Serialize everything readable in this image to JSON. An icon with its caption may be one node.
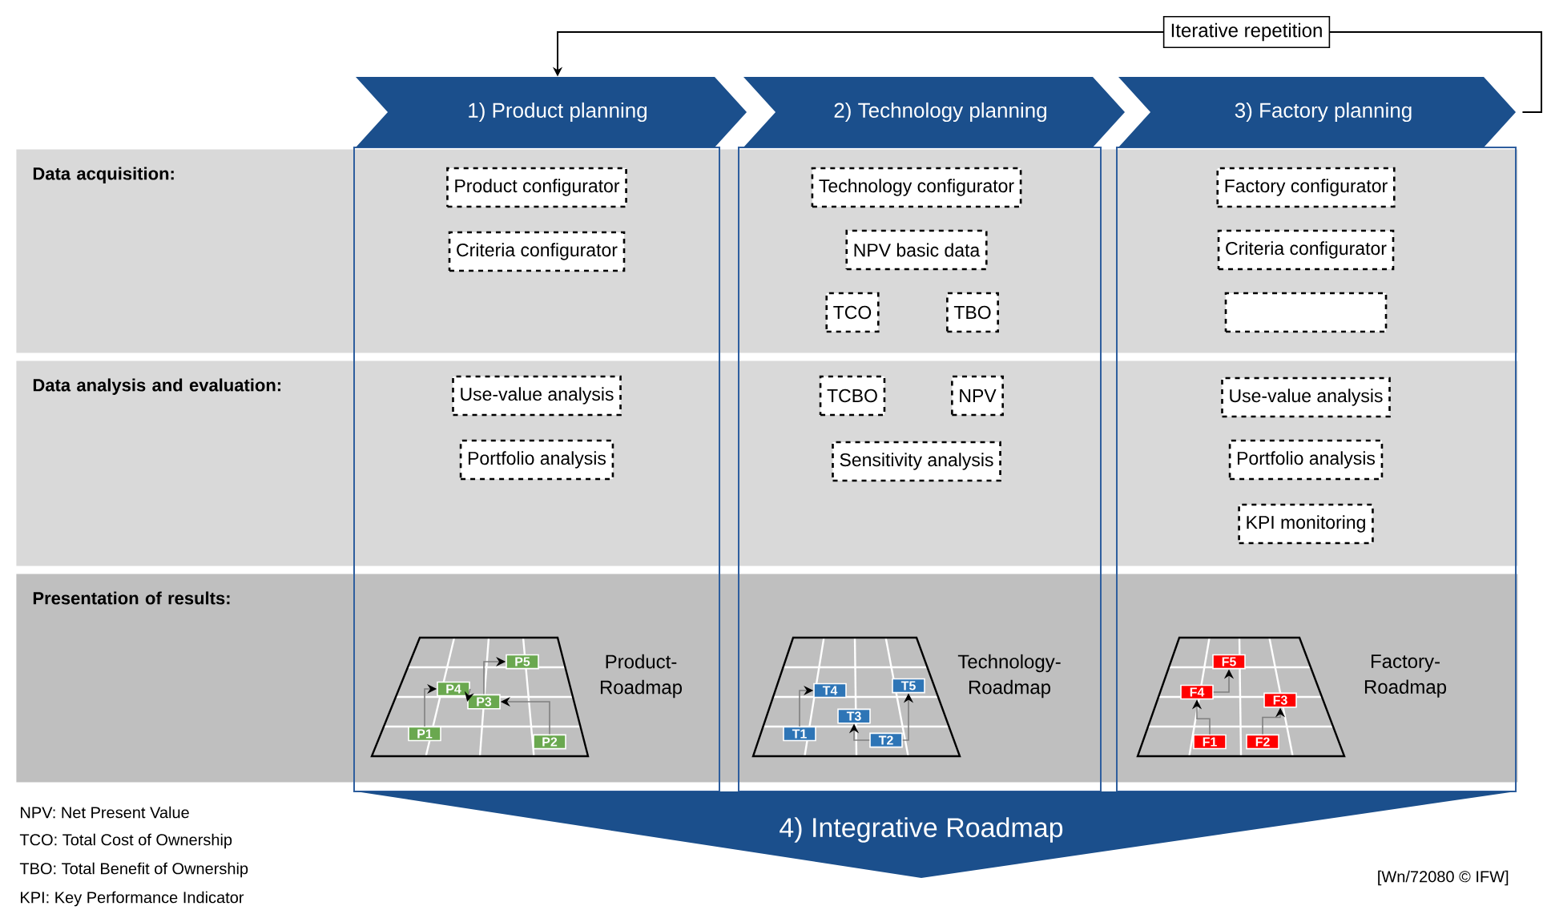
{
  "diagram": {
    "nodes": [
      {
        "text": [
          "1) Product planning"
        ]
      },
      {
        "text": [
          "2) Technology planning"
        ]
      },
      {
        "text": [
          "3) Factory planning"
        ]
      },
      {
        "text": [
          "Data acquisition:"
        ]
      },
      {
        "text": [
          "Product configurator"
        ],
        "in": 3
      },
      {
        "text": [
          "Criteria configurator"
        ],
        "in": 3
      },
      {
        "text": [
          "Technology configurator"
        ],
        "in": 3
      },
      {
        "text": [
          "NPV basic data"
        ],
        "in": 3
      },
      {
        "text": [
          "TCO"
        ],
        "in": 3
      },
      {
        "text": [
          "TBO"
        ],
        "in": 3
      },
      {
        "text": [
          "Factory configurator"
        ],
        "in": 3
      },
      {
        "text": [
          "Criteria configurator"
        ],
        "in": 3
      },
      {
        "text": [],
        "shape": "box",
        "in": 3
      },
      {
        "text": [
          "Data analysis and evaluation:"
        ]
      },
      {
        "text": [
          "Use-value analysis"
        ],
        "in": 13
      },
      {
        "text": [
          "Portfolio analysis"
        ],
        "in": 13
      },
      {
        "text": [
          "TCBO"
        ],
        "in": 13
      },
      {
        "text": [
          "NPV"
        ],
        "in": 13
      },
      {
        "text": [
          "Sensitivity analysis"
        ],
        "in": 13
      },
      {
        "text": [
          "Use-value analysis"
        ],
        "in": 13
      },
      {
        "text": [
          "Portfolio analysis"
        ],
        "in": 13
      },
      {
        "text": [
          "KPI monitoring"
        ],
        "in": 13
      },
      {
        "text": [
          "Presentation of results:"
        ]
      },
      {
        "text": [],
        "shape": "trapezoid",
        "in": 22,
        "beside": [
          "Product- Roadmap"
        ]
      },
      {
        "text": [
          "P1"
        ],
        "in": 23
      },
      {
        "text": [
          "P2"
        ],
        "in": 23
      },
      {
        "text": [
          "P3"
        ],
        "in": 23
      },
      {
        "text": [
          "P4"
        ],
        "in": 23
      },
      {
        "text": [
          "P5"
        ],
        "in": 23
      },
      {
        "text": [],
        "shape": "trapezoid",
        "in": 22,
        "beside": [
          "Technology- Roadmap"
        ]
      },
      {
        "text": [
          "T1"
        ],
        "in": 29
      },
      {
        "text": [
          "T2"
        ],
        "in": 29
      },
      {
        "text": [
          "T3"
        ],
        "in": 29
      },
      {
        "text": [
          "T4"
        ],
        "in": 29
      },
      {
        "text": [
          "T5"
        ],
        "in": 29
      },
      {
        "text": [],
        "shape": "trapezoid",
        "in": 22,
        "beside": [
          "Factory- Roadmap"
        ]
      },
      {
        "text": [
          "F1"
        ],
        "in": 35
      },
      {
        "text": [
          "F2"
        ],
        "in": 35
      },
      {
        "text": [
          "F3"
        ],
        "in": 35
      },
      {
        "text": [
          "F4"
        ],
        "in": 35
      },
      {
        "text": [
          "F5"
        ],
        "in": 35
      },
      {
        "text": [
          "4) Integrative Roadmap"
        ]
      }
    ],
    "edges": [
      {
        "from": 2,
        "to": 0,
        "arrow": "to",
        "label": "Iterative repetition",
        "color": "#000000"
      },
      {
        "from": 24,
        "to": 27,
        "arrow": "to"
      },
      {
        "from": 27,
        "to": 26,
        "arrow": "to"
      },
      {
        "from": 25,
        "to": 26,
        "arrow": "to"
      },
      {
        "from": 26,
        "to": 28,
        "arrow": "to"
      },
      {
        "from": 30,
        "to": 33,
        "arrow": "to"
      },
      {
        "from": 31,
        "to": 32,
        "arrow": "to"
      },
      {
        "from": 31,
        "to": 34,
        "arrow": "to"
      },
      {
        "from": 36,
        "to": 39,
        "arrow": "to"
      },
      {
        "from": 39,
        "to": 40,
        "arrow": "to"
      },
      {
        "from": 37,
        "to": 38,
        "arrow": "to"
      }
    ],
    "labels": [
      "NPV: Net Present Value",
      "TCO: Total Cost of Ownership",
      "TBO: Total Benefit of Ownership",
      "KPI: Key Performance Indicator",
      "[Wn/72080 © IFW]"
    ]
  }
}
